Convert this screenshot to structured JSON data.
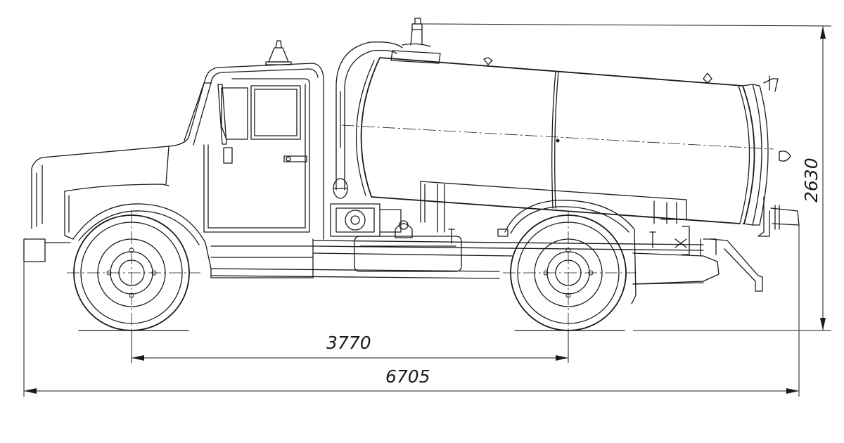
{
  "dimensions": {
    "wheelbase": "3770",
    "overall_length": "6705",
    "overall_height": "2630"
  }
}
